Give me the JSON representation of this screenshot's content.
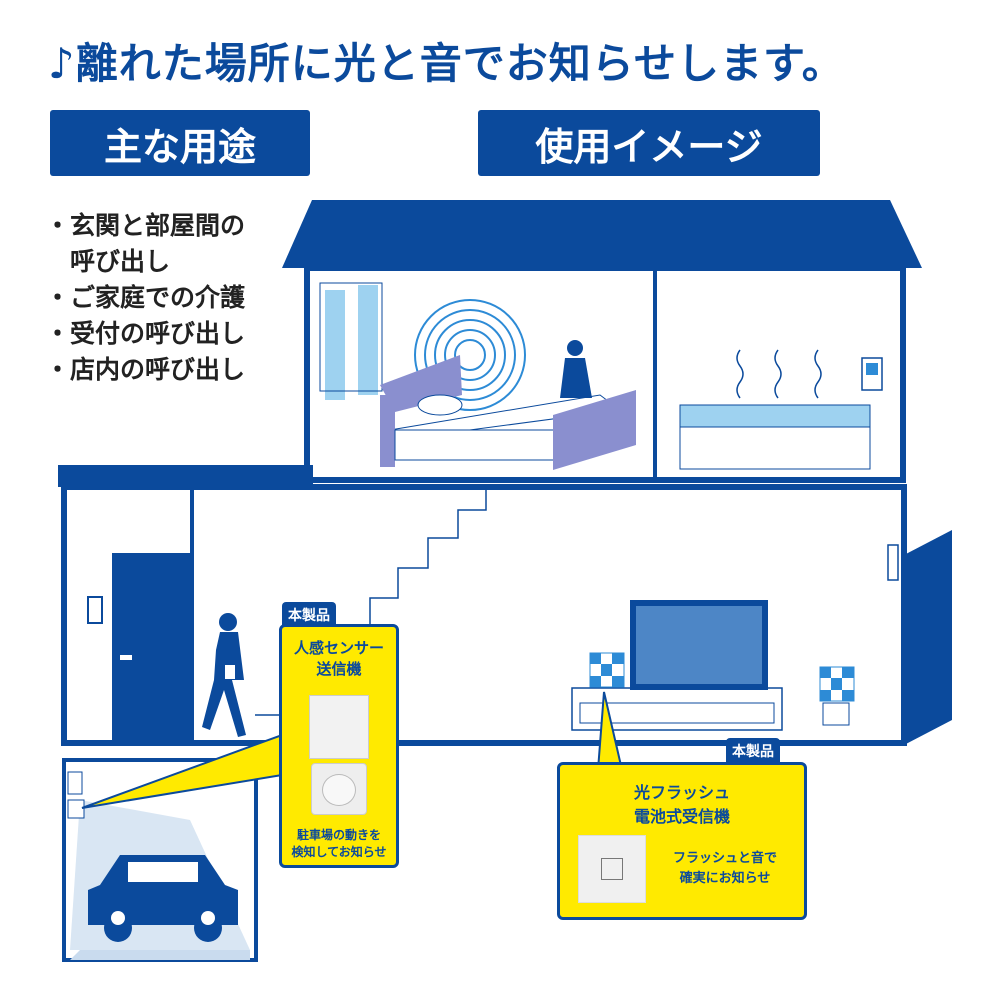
{
  "headline": "♪離れた場所に光と音でお知らせします。",
  "sections": {
    "uses_title": "主な用途",
    "image_title": "使用イメージ"
  },
  "uses": [
    "・玄関と部屋間の",
    "　呼び出し",
    "・ご家庭での介護",
    "・受付の呼び出し",
    "・店内の呼び出し"
  ],
  "sensor_callout": {
    "tag": "本製品",
    "title_line1": "人感センサー",
    "title_line2": "送信機",
    "desc_line1": "駐車場の動きを",
    "desc_line2": "検知してお知らせ"
  },
  "receiver_callout": {
    "tag": "本製品",
    "title_line1": "光フラッシュ",
    "title_line2": "電池式受信機",
    "desc_line1": "フラッシュと音で",
    "desc_line2": "確実にお知らせ"
  },
  "colors": {
    "brand_blue": "#0b4a9c",
    "callout_yellow": "#ffea00",
    "light_blue": "#4d86c6"
  }
}
